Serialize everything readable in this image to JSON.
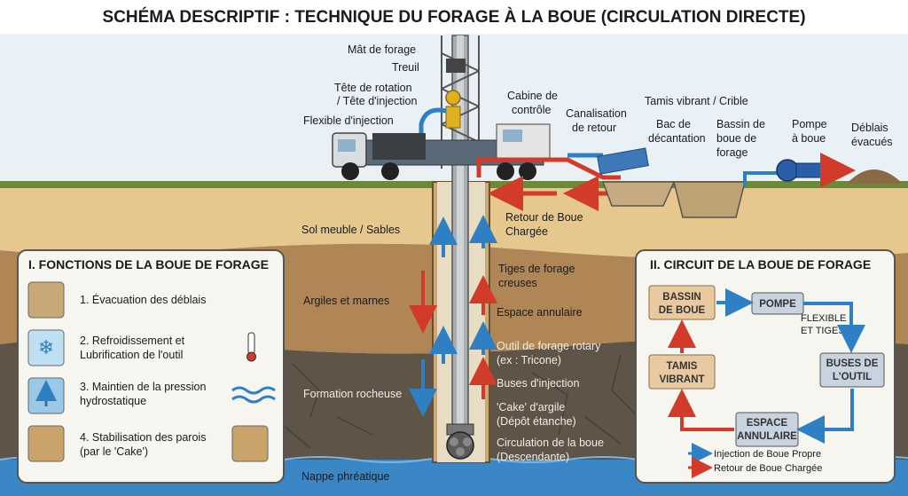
{
  "title": "SCHÉMA DESCRIPTIF : TECHNIQUE DU FORAGE À LA BOUE (CIRCULATION DIRECTE)",
  "labels": {
    "mat": "Mât de forage",
    "treuil": "Treuil",
    "tete1": "Tête de rotation",
    "tete2": "/ Tête d'injection",
    "flexible": "Flexible d'injection",
    "cabine1": "Cabine de",
    "cabine2": "contrôle",
    "canal1": "Canalisation",
    "canal2": "de retour",
    "tamis": "Tamis vibrant / Crible",
    "bac1": "Bac de",
    "bac2": "décantation",
    "bassin1": "Bassin de",
    "bassin2": "boue de",
    "bassin3": "forage",
    "pompe1": "Pompe",
    "pompe2": "à boue",
    "deblais1": "Déblais",
    "deblais2": "évacués",
    "retour1": "Retour de Boue",
    "retour2": "Chargée",
    "sol": "Sol meuble / Sables",
    "argiles": "Argiles et marnes",
    "roche": "Formation rocheuse",
    "nappe": "Nappe phréatique",
    "tiges1": "Tiges de forage",
    "tiges2": "creuses",
    "espace": "Espace annulaire",
    "outil1": "Outil de forage rotary",
    "outil2": "(ex : Tricone)",
    "buses": "Buses d'injection",
    "cake1": "'Cake' d'argile",
    "cake2": "(Dépôt étanche)",
    "circ1": "Circulation de la boue",
    "circ2": "(Descendante)"
  },
  "panel1": {
    "title": "I. FONCTIONS DE LA BOUE DE FORAGE",
    "f1": "1. Évacuation des déblais",
    "f2a": "2. Refroidissement et",
    "f2b": "Lubrification de l'outil",
    "f3a": "3. Maintien de la pression",
    "f3b": "hydrostatique",
    "f4a": "4. Stabilisation des parois",
    "f4b": "(par le 'Cake')"
  },
  "panel2": {
    "title": "II. CIRCUIT DE LA BOUE DE FORAGE",
    "bassin1": "BASSIN",
    "bassin2": "DE BOUE",
    "pompe": "POMPE",
    "flex1": "FLEXIBLE",
    "flex2": "ET TIGES",
    "buses1": "BUSES DE",
    "buses2": "L'OUTIL",
    "espace1": "ESPACE",
    "espace2": "ANNULAIRE",
    "tamis1": "TAMIS",
    "tamis2": "VIBRANT",
    "leg1": "Injection de Boue Propre",
    "leg2": "Retour de Boue Chargée"
  },
  "colors": {
    "inject": "#2f7fc4",
    "return": "#d23a2a",
    "sky": "#e9f1f7",
    "sand": "#e6c78d",
    "clay": "#b08656",
    "rock": "#5e5447",
    "water": "#3b86c4"
  }
}
